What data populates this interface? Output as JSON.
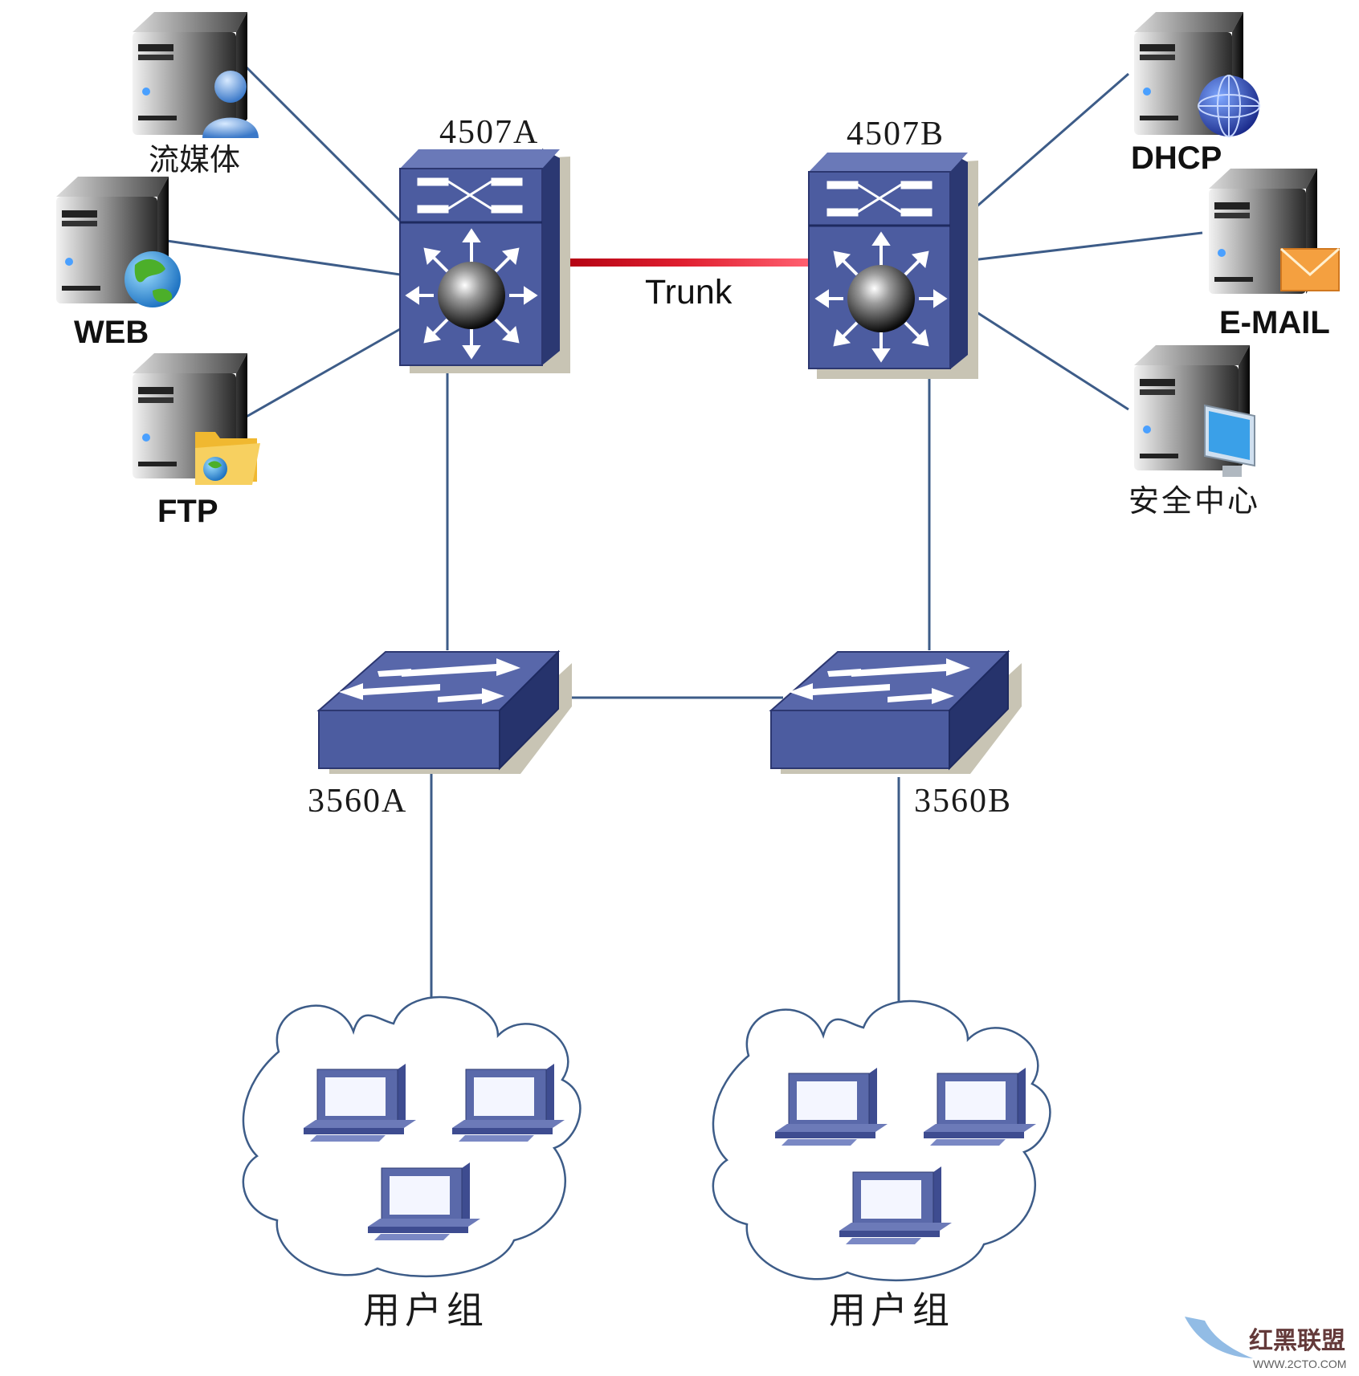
{
  "core_switches": {
    "a": {
      "label": "4507A"
    },
    "b": {
      "label": "4507B"
    }
  },
  "trunk": {
    "label": "Trunk",
    "color": "#d0101a"
  },
  "access_switches": {
    "a": {
      "label": "3560A"
    },
    "b": {
      "label": "3560B"
    }
  },
  "servers_left": [
    {
      "label": "流媒体",
      "icon": "user-icon"
    },
    {
      "label": "WEB",
      "icon": "globe-icon"
    },
    {
      "label": "FTP",
      "icon": "folder-icon"
    }
  ],
  "servers_right": [
    {
      "label": "DHCP",
      "icon": "network-globe-icon"
    },
    {
      "label": "E-MAIL",
      "icon": "envelope-icon"
    },
    {
      "label": "安全中心",
      "icon": "monitor-icon"
    }
  ],
  "user_groups": [
    {
      "label": "用户组"
    },
    {
      "label": "用户组"
    }
  ],
  "watermark": {
    "text": "红黑联盟",
    "url_text": "WWW.2CTO.COM"
  },
  "colors": {
    "device_blue": "#4a5a9c",
    "device_dark": "#2e3a70",
    "link": "#3d5c88",
    "server_dark": "#1c1c1c"
  }
}
